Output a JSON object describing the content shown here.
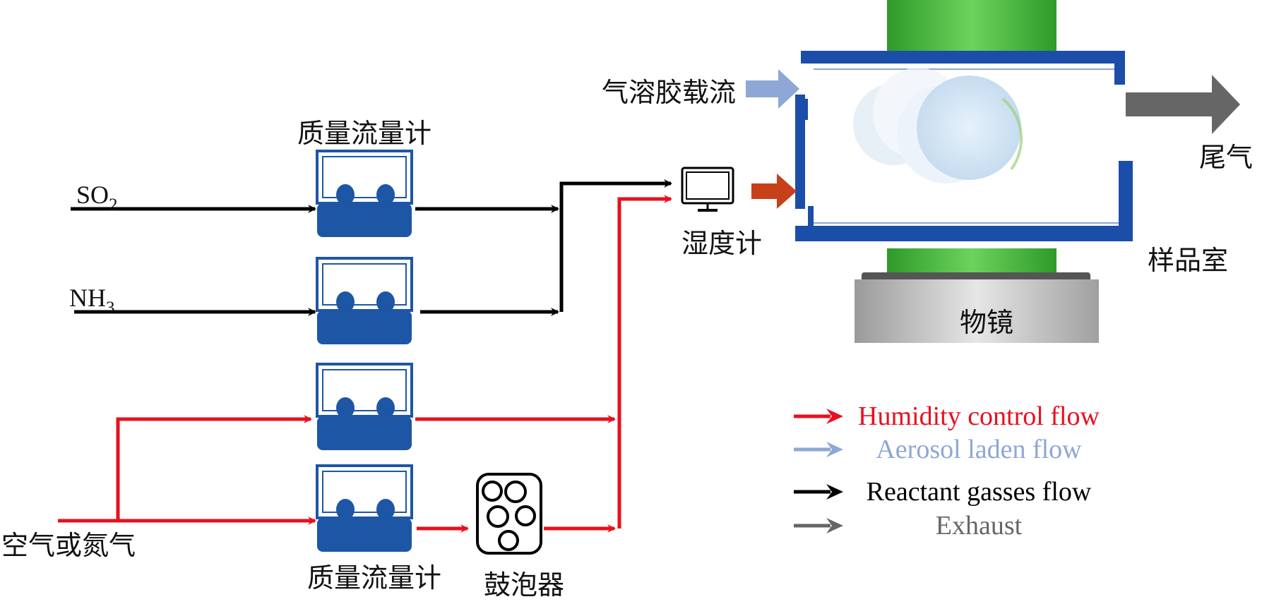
{
  "labels": {
    "mfc_top": "质量流量计",
    "mfc_bottom": "质量流量计",
    "so2": "SO",
    "so2_sub": "2",
    "nh3": "NH",
    "nh3_sub": "3",
    "air_or_nitrogen": "空气或氮气",
    "bubbler": "鼓泡器",
    "hygrometer": "湿度计",
    "aerosol_carrier": "气溶胶载流",
    "exhaust": "尾气",
    "sample_chamber": "样品室",
    "objective": "物镜"
  },
  "legend": [
    {
      "label": "Humidity control flow",
      "color": "#e8101e"
    },
    {
      "label": "Aerosol laden flow",
      "color": "#8ea7d6"
    },
    {
      "label": "Reactant gasses flow",
      "color": "#000000"
    },
    {
      "label": "Exhaust",
      "color": "#666666"
    }
  ],
  "colors": {
    "reactant": "#000000",
    "humidity": "#e8101e",
    "aerosol": "#8ea7d6",
    "exhaust": "#666666",
    "heated_inlet": "#c8401a",
    "mfc_blue": "#1e56a6",
    "chamber_blue": "#1a4ea8",
    "objective_green": "#3caa2e",
    "stage_gray": "#b0b0b0"
  }
}
